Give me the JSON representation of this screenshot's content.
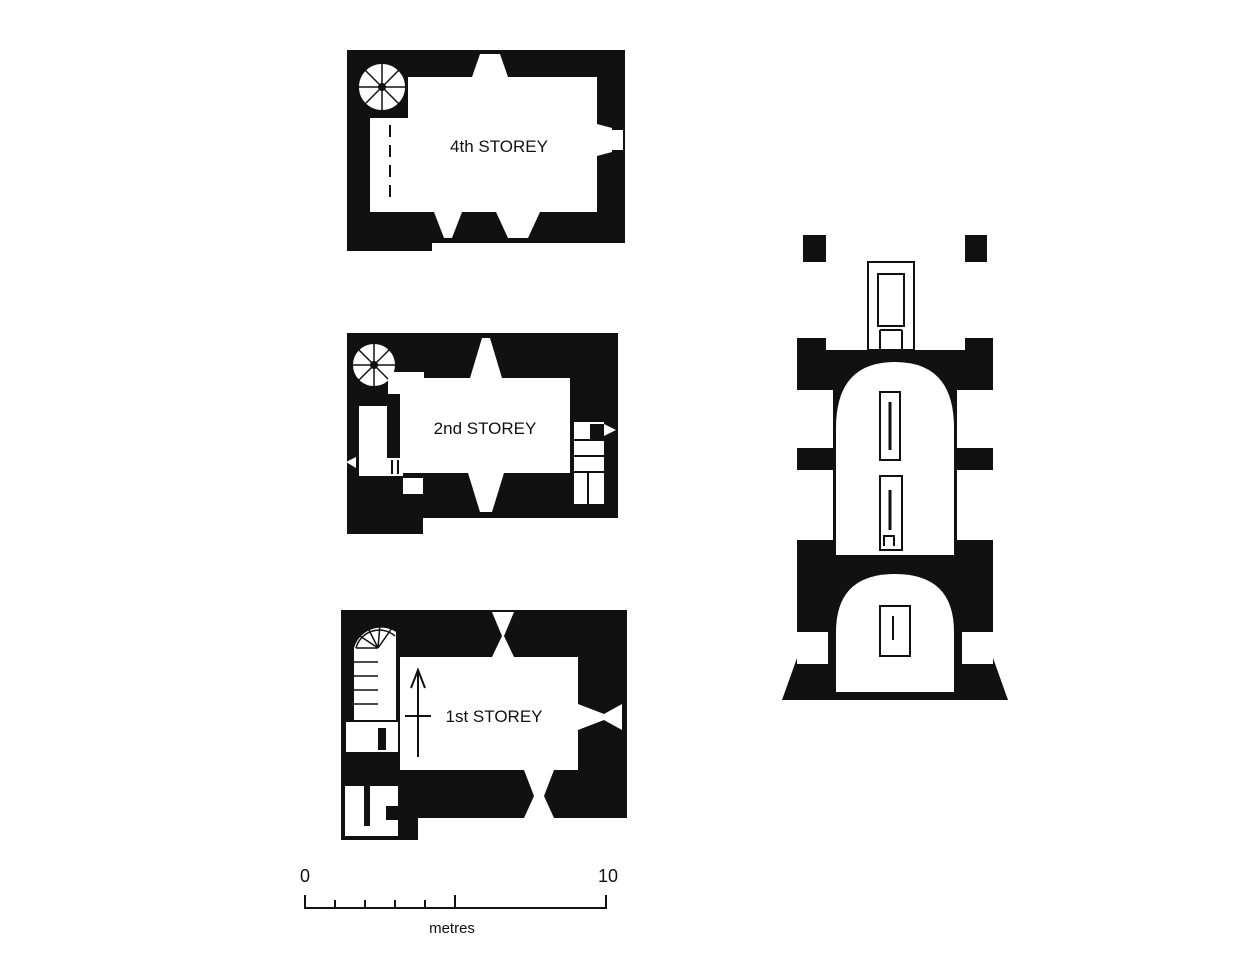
{
  "plans": {
    "fourth": {
      "label": "4th STOREY"
    },
    "second": {
      "label": "2nd STOREY"
    },
    "first": {
      "label": "1st STOREY"
    }
  },
  "scale": {
    "start_label": "0",
    "end_label": "10",
    "unit_label": "metres"
  },
  "colors": {
    "ink": "#111111",
    "paper": "#ffffff"
  }
}
